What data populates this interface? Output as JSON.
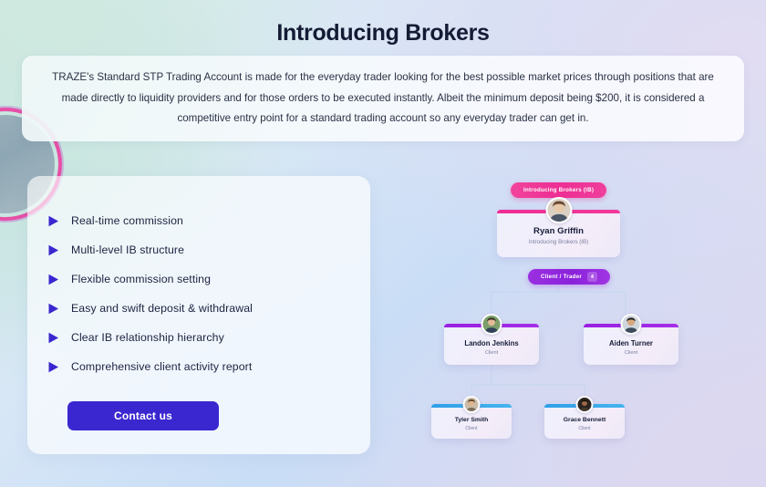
{
  "page": {
    "title": "Introducing Brokers",
    "intro": "TRAZE's Standard STP Trading Account is made for the everyday trader looking for the best possible market prices through positions that are made directly to liquidity providers and for those orders to be executed instantly. Albeit the minimum deposit being $200, it is considered a competitive entry point for a standard trading account so any everyday trader can get in."
  },
  "features": {
    "items": [
      {
        "label": "Real-time commission"
      },
      {
        "label": "Multi-level IB structure"
      },
      {
        "label": "Flexible commission setting"
      },
      {
        "label": "Easy and swift deposit & withdrawal"
      },
      {
        "label": "Clear IB relationship hierarchy"
      },
      {
        "label": "Comprehensive client activity report"
      }
    ],
    "cta_label": "Contact us"
  },
  "org_chart": {
    "legend": {
      "ib_label": "Introducing Brokers (IB)",
      "client_label": "Client / Trader",
      "client_count": "4"
    },
    "root": {
      "name": "Ryan Griffin",
      "role": "Introducing Brokers (IB)"
    },
    "level2": [
      {
        "name": "Landon Jenkins",
        "role": "Client"
      },
      {
        "name": "Aiden Turner",
        "role": "Client"
      }
    ],
    "level3": [
      {
        "name": "Tyler Smith",
        "role": "Client"
      },
      {
        "name": "Grace Bennett",
        "role": "Client"
      }
    ]
  },
  "colors": {
    "accent_pink": "#ee2e94",
    "accent_purple": "#9a1fe2",
    "accent_blue": "#2f9fe8",
    "cta_blue": "#3a27cf",
    "title_dark": "#141b34"
  }
}
